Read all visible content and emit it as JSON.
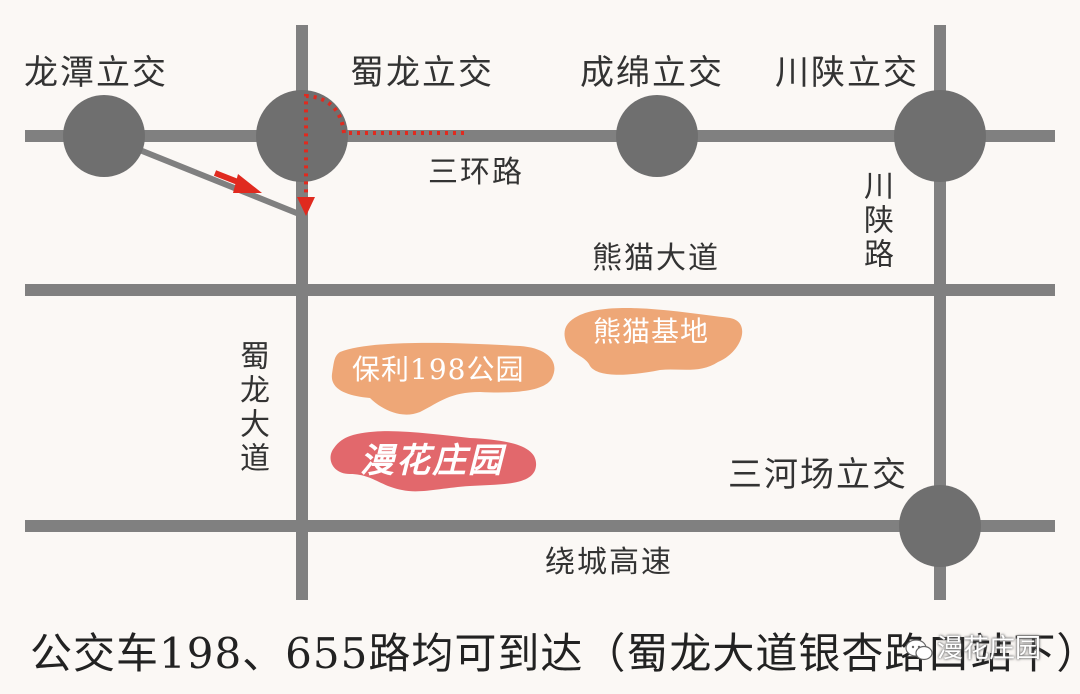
{
  "interchanges": {
    "longtan": "龙潭立交",
    "shulong": "蜀龙立交",
    "chengmian": "成绵立交",
    "chuanshan": "川陕立交",
    "sanhechang": "三河场立交"
  },
  "roads": {
    "third_ring": "三环路",
    "panda_avenue": "熊猫大道",
    "chuanshan_road": "川陕路",
    "shulong_avenue": "蜀龙大道",
    "ring_expressway": "绕城高速"
  },
  "places": {
    "panda_base": "熊猫基地",
    "poly_park": "保利198公园",
    "manhua_manor": "漫花庄园"
  },
  "footer": {
    "bus_info": "公交车198、655路均可到达（蜀龙大道银杏路口站下）"
  },
  "watermark": {
    "text": "漫花庄园",
    "icon": "wechat-icon"
  },
  "colors": {
    "road": "#808080",
    "node": "#6f6f6f",
    "route": "#e02a1f",
    "poly_blob": "#eea777",
    "panda_blob": "#eea777",
    "manhua_blob": "#e2686c"
  }
}
